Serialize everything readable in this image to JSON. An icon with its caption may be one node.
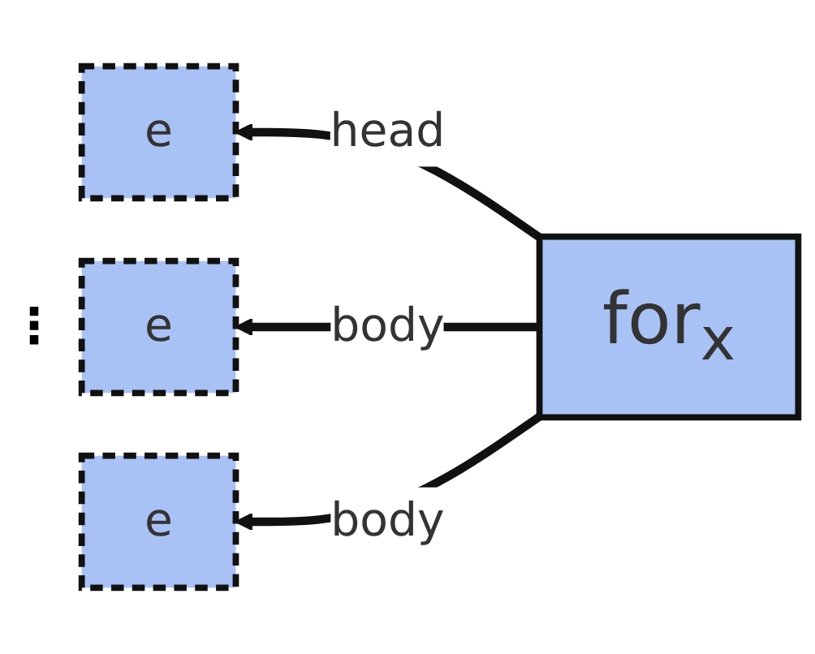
{
  "diagram": {
    "nodes": [
      {
        "text": [
          "e"
        ]
      },
      {
        "text": [
          "e"
        ]
      },
      {
        "text": [
          "e"
        ]
      },
      {
        "text": [
          "for$_{x}$"
        ]
      }
    ],
    "edges": [
      {
        "from": 3,
        "to": 0,
        "arrow": "to",
        "label": "head"
      },
      {
        "from": 3,
        "to": 1,
        "arrow": "to",
        "label": "body"
      },
      {
        "from": 3,
        "to": 2,
        "arrow": "to",
        "label": "body"
      }
    ],
    "labels": [
      "⋮"
    ]
  }
}
